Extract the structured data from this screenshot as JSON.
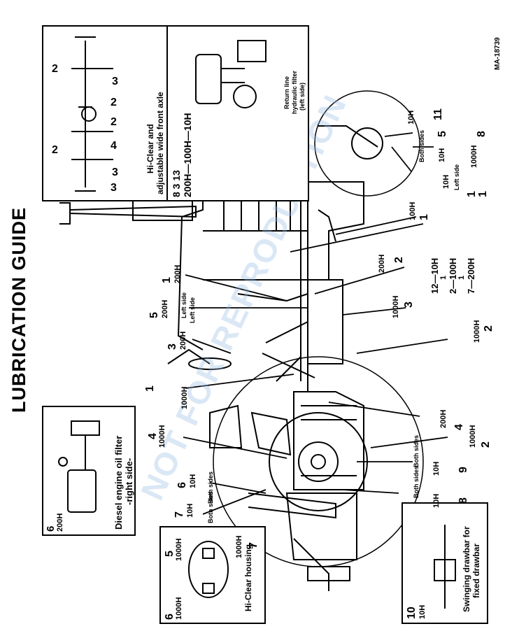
{
  "title": "LUBRICATION GUIDE",
  "figure_id": "MA-18739",
  "watermark": "NOT FOR REPRODUCTION",
  "boxes": {
    "oil_filter": {
      "caption_1": "Diesel engine oil filter",
      "caption_2": "-right side-",
      "callout_num": "6",
      "callout_hours": "200H"
    },
    "hi_clear_housing": {
      "caption": "Hi-Clear housing",
      "c5_num": "5",
      "c5_hours": "1000H",
      "c6_num": "6",
      "c6_hours": "1000H",
      "c7_num": "7",
      "c7_hours": "1000H"
    },
    "drawbar": {
      "caption_1": "Swinging drawbar for",
      "caption_2": "fixed drawbar",
      "callout_num": "10",
      "callout_hours": "10H"
    },
    "front_axle": {
      "caption_1": "Hi-Clear and",
      "caption_2": "adjustable wide front axle",
      "summary_1": "8     3     13",
      "summary_2": "200H—100H—10H",
      "labels": [
        "2",
        "3",
        "2",
        "3",
        "4",
        "2",
        "2",
        "3"
      ]
    },
    "hydraulic_filter": {
      "caption_1": "Return line",
      "caption_2": "hydraulic filter",
      "caption_3": "(left side)"
    }
  },
  "callouts": {
    "c1_top": {
      "num": "1",
      "hours": "200H"
    },
    "c5_left": {
      "num": "5",
      "hours": "200H",
      "note": "Left side"
    },
    "c3_left": {
      "num": "3",
      "hours": "200H",
      "note": "Left side"
    },
    "c1_dip": {
      "num": "1",
      "hours": "1000H"
    },
    "c4_mid": {
      "num": "4",
      "hours": "1000H"
    },
    "c6_both": {
      "num": "6",
      "hours": "10H",
      "note": "Both sides"
    },
    "c7_both": {
      "num": "7",
      "hours": "10H",
      "note": "Both sides"
    },
    "c11": {
      "num": "11",
      "hours": "10H"
    },
    "c5_8_right": {
      "num_a": "5",
      "num_b": "8",
      "hours_a": "10H",
      "hours_b": "1000H",
      "note": "Both sides"
    },
    "c1_dip_right": {
      "num": "1",
      "hours": "10H",
      "note": "Left side",
      "num2": "1"
    },
    "c100_1": {
      "num": "1",
      "hours": "100H"
    },
    "c2_200": {
      "num": "2",
      "hours": "200H"
    },
    "stack": {
      "line1": "12—10H",
      "line2": "1",
      "line3": "2—100H",
      "line4": "1",
      "line5": "7—200H"
    },
    "c3_1000": {
      "num": "3",
      "hours": "1000H"
    },
    "c2_1000": {
      "num": "2",
      "hours": "1000H"
    },
    "c4_200": {
      "num": "4",
      "hours": "200H"
    },
    "c2_1000_b": {
      "num": "2",
      "hours": "1000H"
    },
    "c9": {
      "num": "9",
      "hours": "10H",
      "note": "Both sides"
    },
    "c8": {
      "num": "8",
      "hours": "10H",
      "note": "Both sides"
    }
  }
}
